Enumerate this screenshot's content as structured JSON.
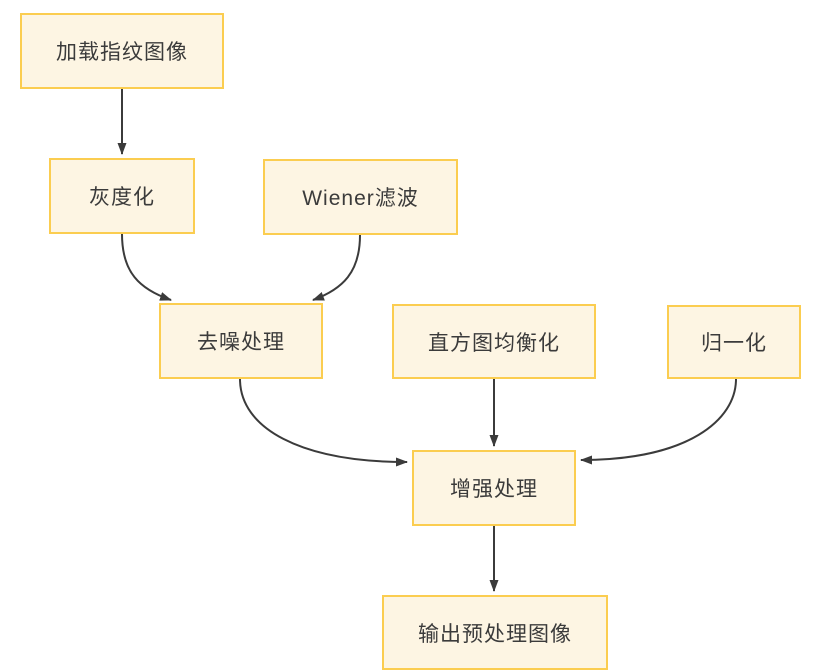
{
  "diagram": {
    "type": "flowchart",
    "description": "fingerprint image preprocessing pipeline",
    "colors": {
      "background": "#ffffff",
      "node_fill": "#fdf5e3",
      "node_border": "#fbcd50",
      "edge_stroke": "#3b3b3b",
      "text": "#3b3b3b"
    },
    "nodes": [
      {
        "id": "load",
        "label": "加载指纹图像"
      },
      {
        "id": "gray",
        "label": "灰度化"
      },
      {
        "id": "wiener",
        "label": "Wiener滤波"
      },
      {
        "id": "denoise",
        "label": "去噪处理"
      },
      {
        "id": "hist",
        "label": "直方图均衡化"
      },
      {
        "id": "norm",
        "label": "归一化"
      },
      {
        "id": "enhance",
        "label": "增强处理"
      },
      {
        "id": "output",
        "label": "输出预处理图像"
      }
    ],
    "edges": [
      {
        "from": "load",
        "to": "gray"
      },
      {
        "from": "gray",
        "to": "denoise"
      },
      {
        "from": "wiener",
        "to": "denoise"
      },
      {
        "from": "denoise",
        "to": "enhance"
      },
      {
        "from": "hist",
        "to": "enhance"
      },
      {
        "from": "norm",
        "to": "enhance"
      },
      {
        "from": "enhance",
        "to": "output"
      }
    ]
  }
}
